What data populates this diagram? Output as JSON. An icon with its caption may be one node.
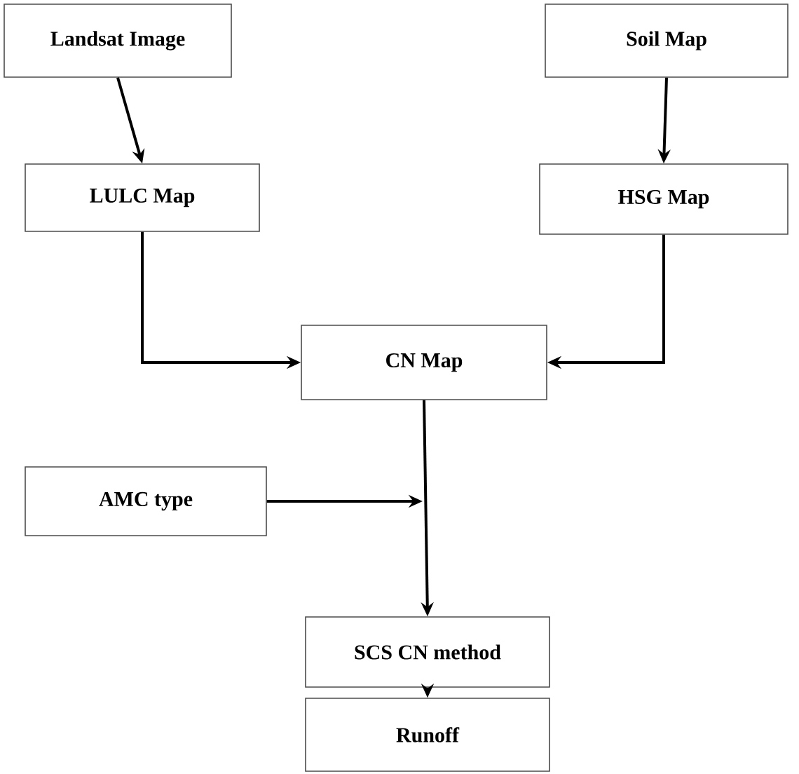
{
  "diagram": {
    "nodes": [
      {
        "text": [
          "Landsat Image"
        ]
      },
      {
        "text": [
          "Soil Map"
        ]
      },
      {
        "text": [
          "LULC Map"
        ]
      },
      {
        "text": [
          "HSG Map"
        ]
      },
      {
        "text": [
          "CN Map"
        ]
      },
      {
        "text": [
          "AMC type"
        ]
      },
      {
        "text": [
          "SCS CN method"
        ]
      },
      {
        "text": [
          "Runoff"
        ]
      }
    ],
    "edges": [
      {
        "from": 0,
        "to": 2,
        "arrow": "to"
      },
      {
        "from": 1,
        "to": 3,
        "arrow": "to"
      },
      {
        "from": 2,
        "to": 4,
        "arrow": "to"
      },
      {
        "from": 3,
        "to": 4,
        "arrow": "to"
      },
      {
        "from": 4,
        "to": 6,
        "arrow": "to"
      },
      {
        "from": 5,
        "to": null,
        "arrow": "to"
      },
      {
        "from": 6,
        "to": 7,
        "arrow": "to"
      }
    ]
  }
}
